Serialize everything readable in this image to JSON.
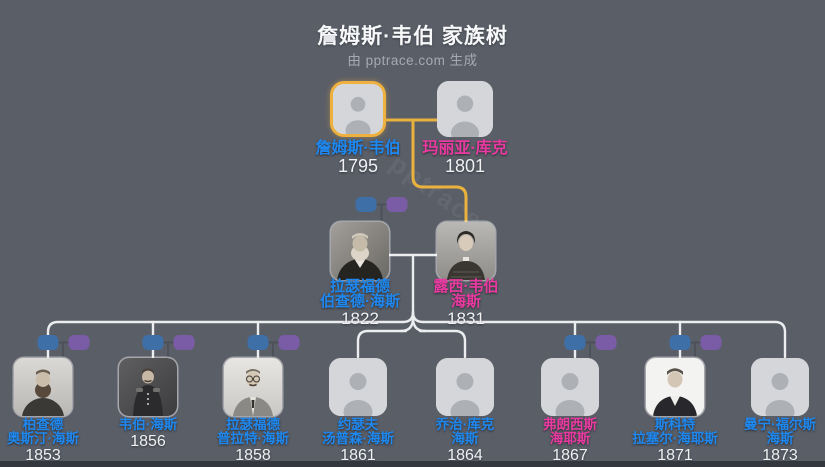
{
  "header": {
    "title": "詹姆斯·韦伯 家族树",
    "subtitle": "由 pptrace.com 生成"
  },
  "watermark": "pptrace",
  "colors": {
    "background": "#5a5e67",
    "footer_bar": "#34373e",
    "male_name": "#1e88f0",
    "female_name": "#ea3aa2",
    "highlight_border": "#eeb03e",
    "union_line": "#e9b23c",
    "tree_line": "#ebedef",
    "mini_male": "#3e6fa6",
    "mini_female": "#7a5ca6"
  },
  "tree": {
    "gen1": [
      {
        "name": "詹姆斯·韦伯",
        "year": "1795"
      },
      {
        "name": "玛丽亚·库克",
        "year": "1801"
      }
    ],
    "gen2": [
      {
        "name_line1": "拉瑟福德",
        "name_line2": "伯查德·海斯",
        "year": "1822"
      },
      {
        "name_line1": "露西·韦伯",
        "name_line2": "海斯",
        "year": "1831"
      }
    ],
    "gen3": [
      {
        "name_line1": "柏查德",
        "name_line2": "奥斯汀·海斯",
        "year": "1853"
      },
      {
        "name_line1": "韦伯·海斯",
        "name_line2": "",
        "year": "1856"
      },
      {
        "name_line1": "拉瑟福德",
        "name_line2": "普拉特·海斯",
        "year": "1858"
      },
      {
        "name_line1": "约瑟夫",
        "name_line2": "汤普森·海斯",
        "year": "1861"
      },
      {
        "name_line1": "乔治·库克",
        "name_line2": "海斯",
        "year": "1864"
      },
      {
        "name_line1": "弗朗西斯",
        "name_line2": "海耶斯",
        "year": "1867"
      },
      {
        "name_line1": "斯科特",
        "name_line2": "拉塞尔·海耶斯",
        "year": "1871"
      },
      {
        "name_line1": "曼宁·福尔斯",
        "name_line2": "海斯",
        "year": "1873"
      }
    ]
  }
}
